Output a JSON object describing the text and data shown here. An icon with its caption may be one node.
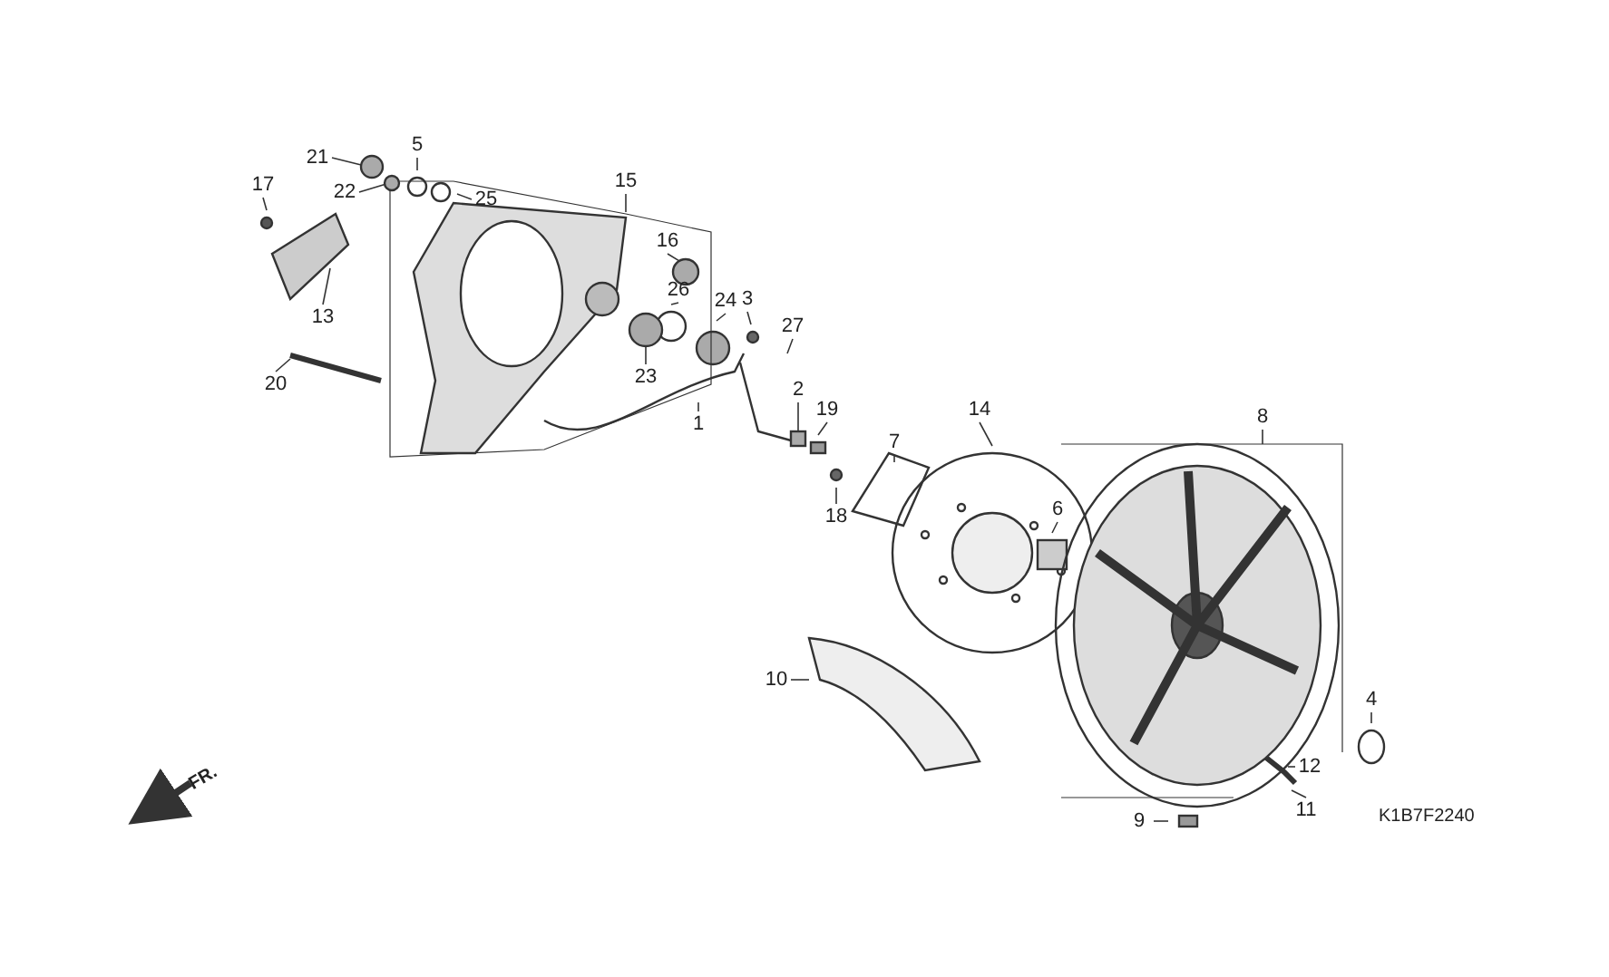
{
  "diagram": {
    "nodes": [
      {
        "text": [
          "5"
        ]
      },
      {
        "text": [
          "21"
        ]
      },
      {
        "text": [
          "22"
        ]
      },
      {
        "text": [
          "15"
        ]
      },
      {
        "text": [
          "17"
        ]
      },
      {
        "text": [
          "25"
        ]
      },
      {
        "text": [
          "16"
        ]
      },
      {
        "text": [
          "26"
        ]
      },
      {
        "text": [
          "3"
        ]
      },
      {
        "text": [
          "24"
        ]
      },
      {
        "text": [
          "13"
        ]
      },
      {
        "text": [
          "27"
        ]
      },
      {
        "text": [
          "23"
        ]
      },
      {
        "text": [
          "20"
        ]
      },
      {
        "text": [
          "2"
        ]
      },
      {
        "text": [
          "19"
        ]
      },
      {
        "text": [
          "8"
        ]
      },
      {
        "text": [
          "1"
        ]
      },
      {
        "text": [
          "7"
        ]
      },
      {
        "text": [
          "14"
        ]
      },
      {
        "text": [
          "18"
        ]
      },
      {
        "text": [
          "6"
        ]
      },
      {
        "text": [
          "10"
        ]
      },
      {
        "text": [
          "4"
        ]
      },
      {
        "text": [
          "12"
        ]
      },
      {
        "text": [
          "11"
        ]
      },
      {
        "text": [
          "9"
        ]
      },
      {
        "text": [],
        "shape": "circle"
      },
      {
        "text": [],
        "shape": "circle"
      },
      {
        "text": [],
        "shape": "circle"
      },
      {
        "text": [],
        "shape": "box"
      },
      {
        "text": [],
        "shape": "circle"
      }
    ],
    "edges": [
      {
        "from": 0,
        "to": null,
        "arrow": "none"
      },
      {
        "from": 1,
        "to": 27,
        "arrow": "none"
      },
      {
        "from": 2,
        "to": 28,
        "arrow": "none"
      },
      {
        "from": 3,
        "to": null,
        "arrow": "none"
      },
      {
        "from": 4,
        "to": null,
        "arrow": "none"
      },
      {
        "from": 5,
        "to": null,
        "arrow": "none"
      },
      {
        "from": 6,
        "to": 31,
        "arrow": "none"
      },
      {
        "from": 7,
        "to": null,
        "arrow": "none"
      },
      {
        "from": 8,
        "to": null,
        "arrow": "none"
      },
      {
        "from": 9,
        "to": null,
        "arrow": "none"
      },
      {
        "from": 10,
        "to": null,
        "arrow": "none"
      },
      {
        "from": 11,
        "to": null,
        "arrow": "none"
      },
      {
        "from": 12,
        "to": 29,
        "arrow": "none"
      },
      {
        "from": 13,
        "to": null,
        "arrow": "none"
      },
      {
        "from": 14,
        "to": 30,
        "arrow": "none"
      },
      {
        "from": 15,
        "to": null,
        "arrow": "none"
      },
      {
        "from": 16,
        "to": null,
        "arrow": "none"
      },
      {
        "from": 17,
        "to": null,
        "arrow": "none"
      },
      {
        "from": 18,
        "to": null,
        "arrow": "none"
      },
      {
        "from": 19,
        "to": null,
        "arrow": "none"
      },
      {
        "from": 20,
        "to": null,
        "arrow": "none"
      },
      {
        "from": 21,
        "to": null,
        "arrow": "none"
      },
      {
        "from": 22,
        "to": null,
        "arrow": "none"
      },
      {
        "from": 23,
        "to": null,
        "arrow": "none"
      },
      {
        "from": 24,
        "to": null,
        "arrow": "none"
      },
      {
        "from": 25,
        "to": null,
        "arrow": "none"
      },
      {
        "from": 26,
        "to": null,
        "arrow": "none"
      }
    ],
    "labels": [
      "FR.",
      "K1B7F2240"
    ]
  }
}
